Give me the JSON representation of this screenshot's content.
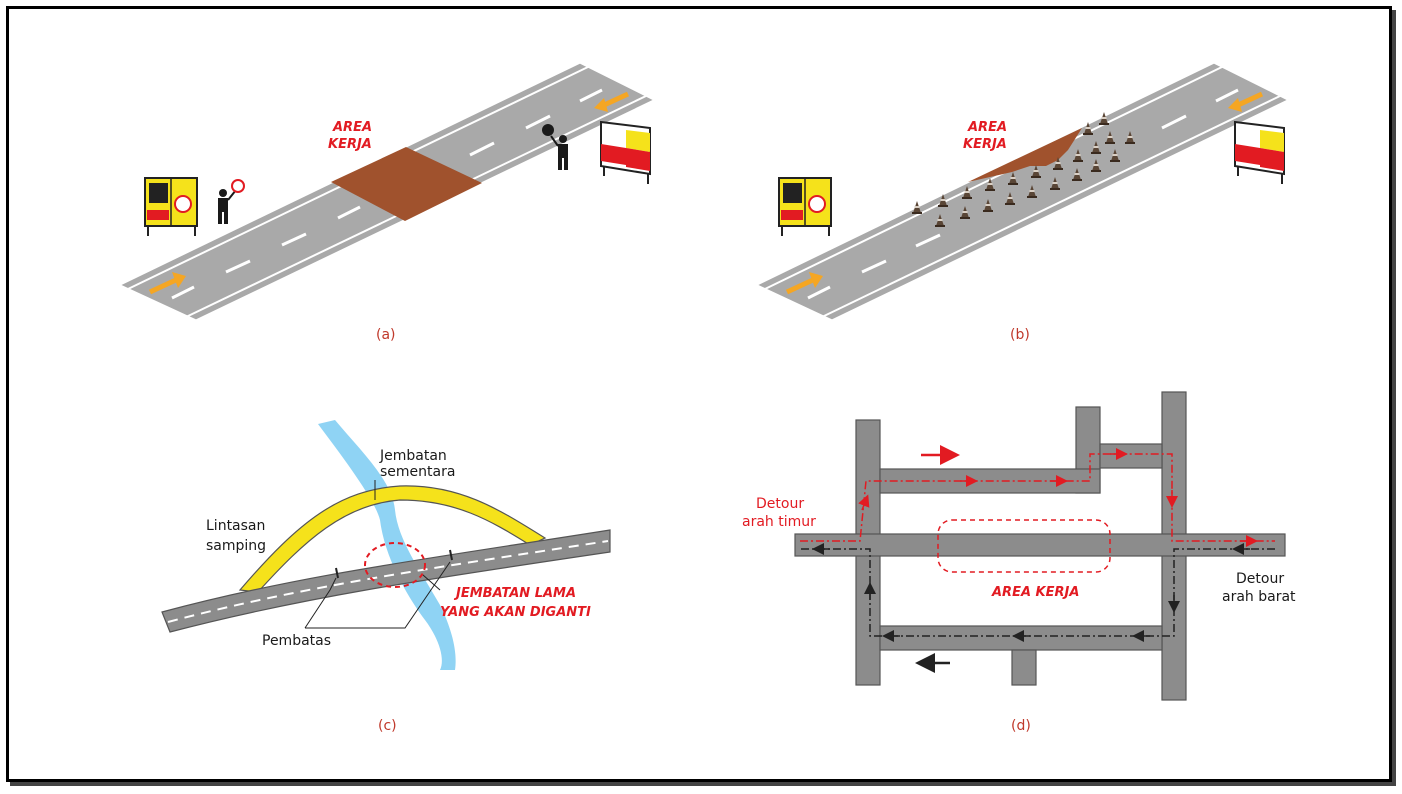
{
  "panel_a": {
    "caption": "(a)",
    "area_line1": "AREA",
    "area_line2": "KERJA"
  },
  "panel_b": {
    "caption": "(b)",
    "area_line1": "AREA",
    "area_line2": "KERJA"
  },
  "panel_c": {
    "caption": "(c)",
    "temp_bridge_line1": "Jembatan",
    "temp_bridge_line2": "sementara",
    "side_route_line1": "Lintasan",
    "side_route_line2": "samping",
    "divider": "Pembatas",
    "old_bridge_line1": "JEMBATAN LAMA",
    "old_bridge_line2": "YANG AKAN DIGANTI"
  },
  "panel_d": {
    "caption": "(d)",
    "detour_east_line1": "Detour",
    "detour_east_line2": "arah timur",
    "detour_west_line1": "Detour",
    "detour_west_line2": "arah barat",
    "work_area": "AREA KERJA"
  },
  "colors": {
    "road": "#8c8c8c",
    "road_light": "#a6a6a6",
    "work_area": "#a0522d",
    "accent_red": "#e21b22",
    "arrow_yellow": "#f5a623",
    "temp_bridge": "#f5e21b",
    "river": "#8fd3f4"
  }
}
